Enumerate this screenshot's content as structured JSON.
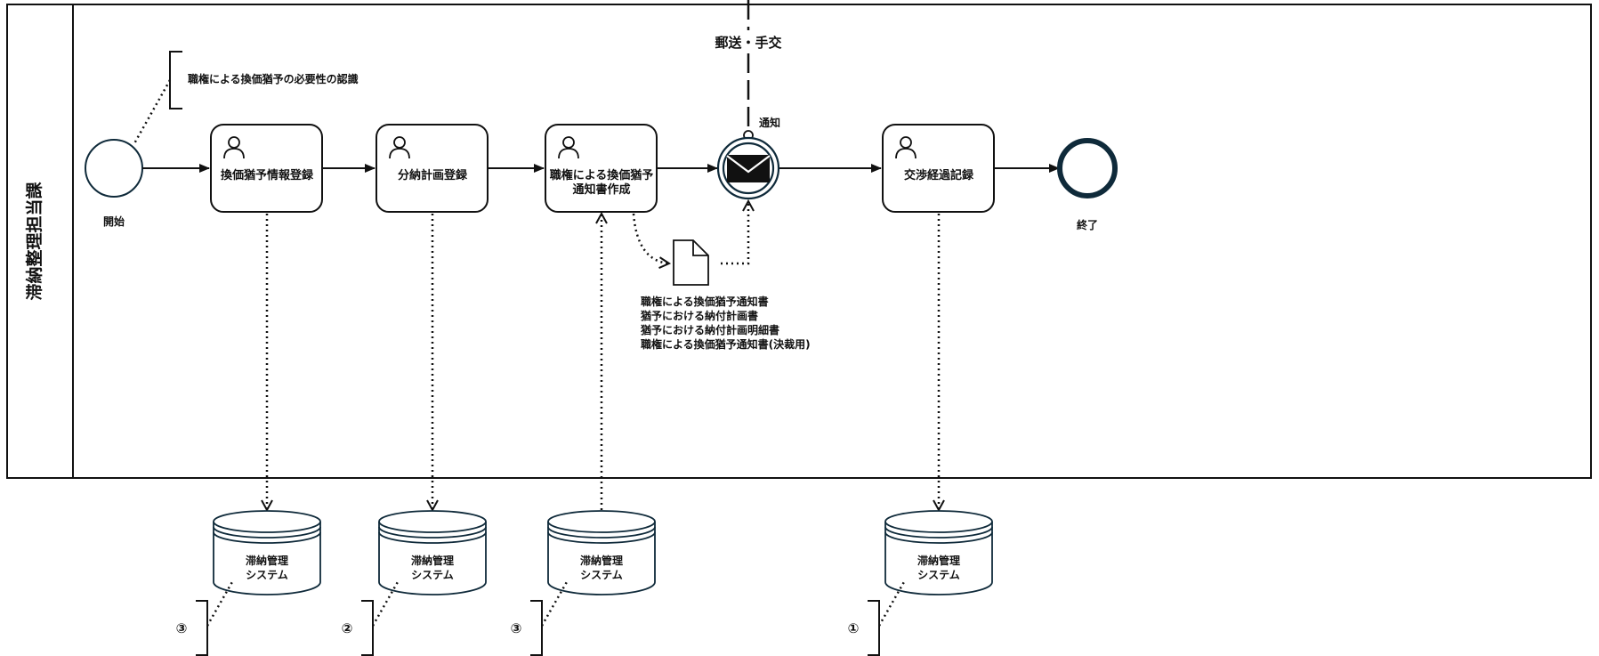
{
  "lane": {
    "title": "滞納整理担当課"
  },
  "events": {
    "start_label": "開始",
    "end_label": "終了",
    "notify_label": "通知"
  },
  "annotation_top": "職権による換価猶予の必要性の認識",
  "tasks": [
    {
      "lines": [
        "換価猶予情報登録"
      ]
    },
    {
      "lines": [
        "分納計画登録"
      ]
    },
    {
      "lines": [
        "職権による換価猶予",
        "通知書作成"
      ]
    },
    {
      "lines": [
        "交渉経過記録"
      ]
    }
  ],
  "mail_flow_label": "郵送・手交",
  "document": {
    "lines": [
      "職権による換価猶予通知書",
      "猶予における納付計画書",
      "猶予における納付計画明細書",
      "職権による換価猶予通知書(決裁用)"
    ]
  },
  "datastores": [
    {
      "lines": [
        "滞納管理",
        "システム"
      ],
      "note": "③"
    },
    {
      "lines": [
        "滞納管理",
        "システム"
      ],
      "note": "②"
    },
    {
      "lines": [
        "滞納管理",
        "システム"
      ],
      "note": "③"
    },
    {
      "lines": [
        "滞納管理",
        "システム"
      ],
      "note": "①"
    }
  ],
  "colors": {
    "event_stroke": "#0f2a3a",
    "line": "#111111",
    "envelope": "#111111"
  }
}
